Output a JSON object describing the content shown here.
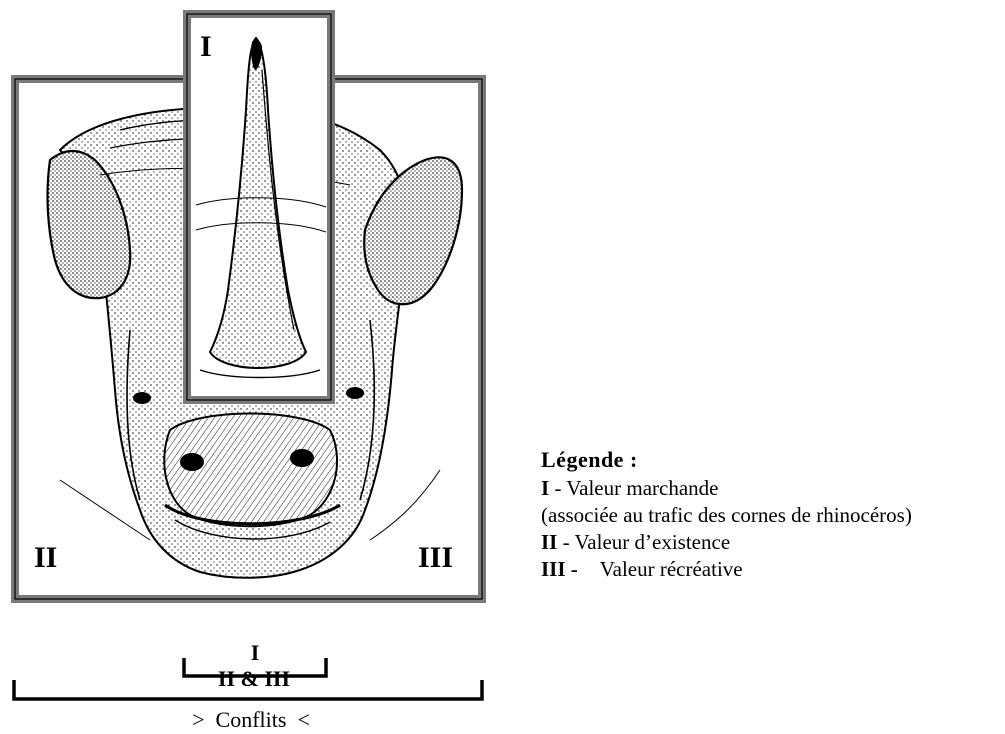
{
  "figure": {
    "label_I": "I",
    "label_II": "II",
    "label_III": "III"
  },
  "scale": {
    "bracket_I_label": "I",
    "bracket_II_III_label": "II & III",
    "conflicts_label": ">  Conflits  <"
  },
  "legend": {
    "title": "Légende  :",
    "items": [
      {
        "numeral": "I",
        "text": " - Valeur marchande"
      },
      {
        "numeral": "",
        "text": "(associée au trafic des cornes de rhinocéros)"
      },
      {
        "numeral": "II",
        "text": " - Valeur d’existence"
      },
      {
        "numeral": "III",
        "text": " -",
        "text2": "Valeur récréative"
      }
    ]
  },
  "colors": {
    "frame": "#7a7a7a",
    "ink": "#000000"
  }
}
